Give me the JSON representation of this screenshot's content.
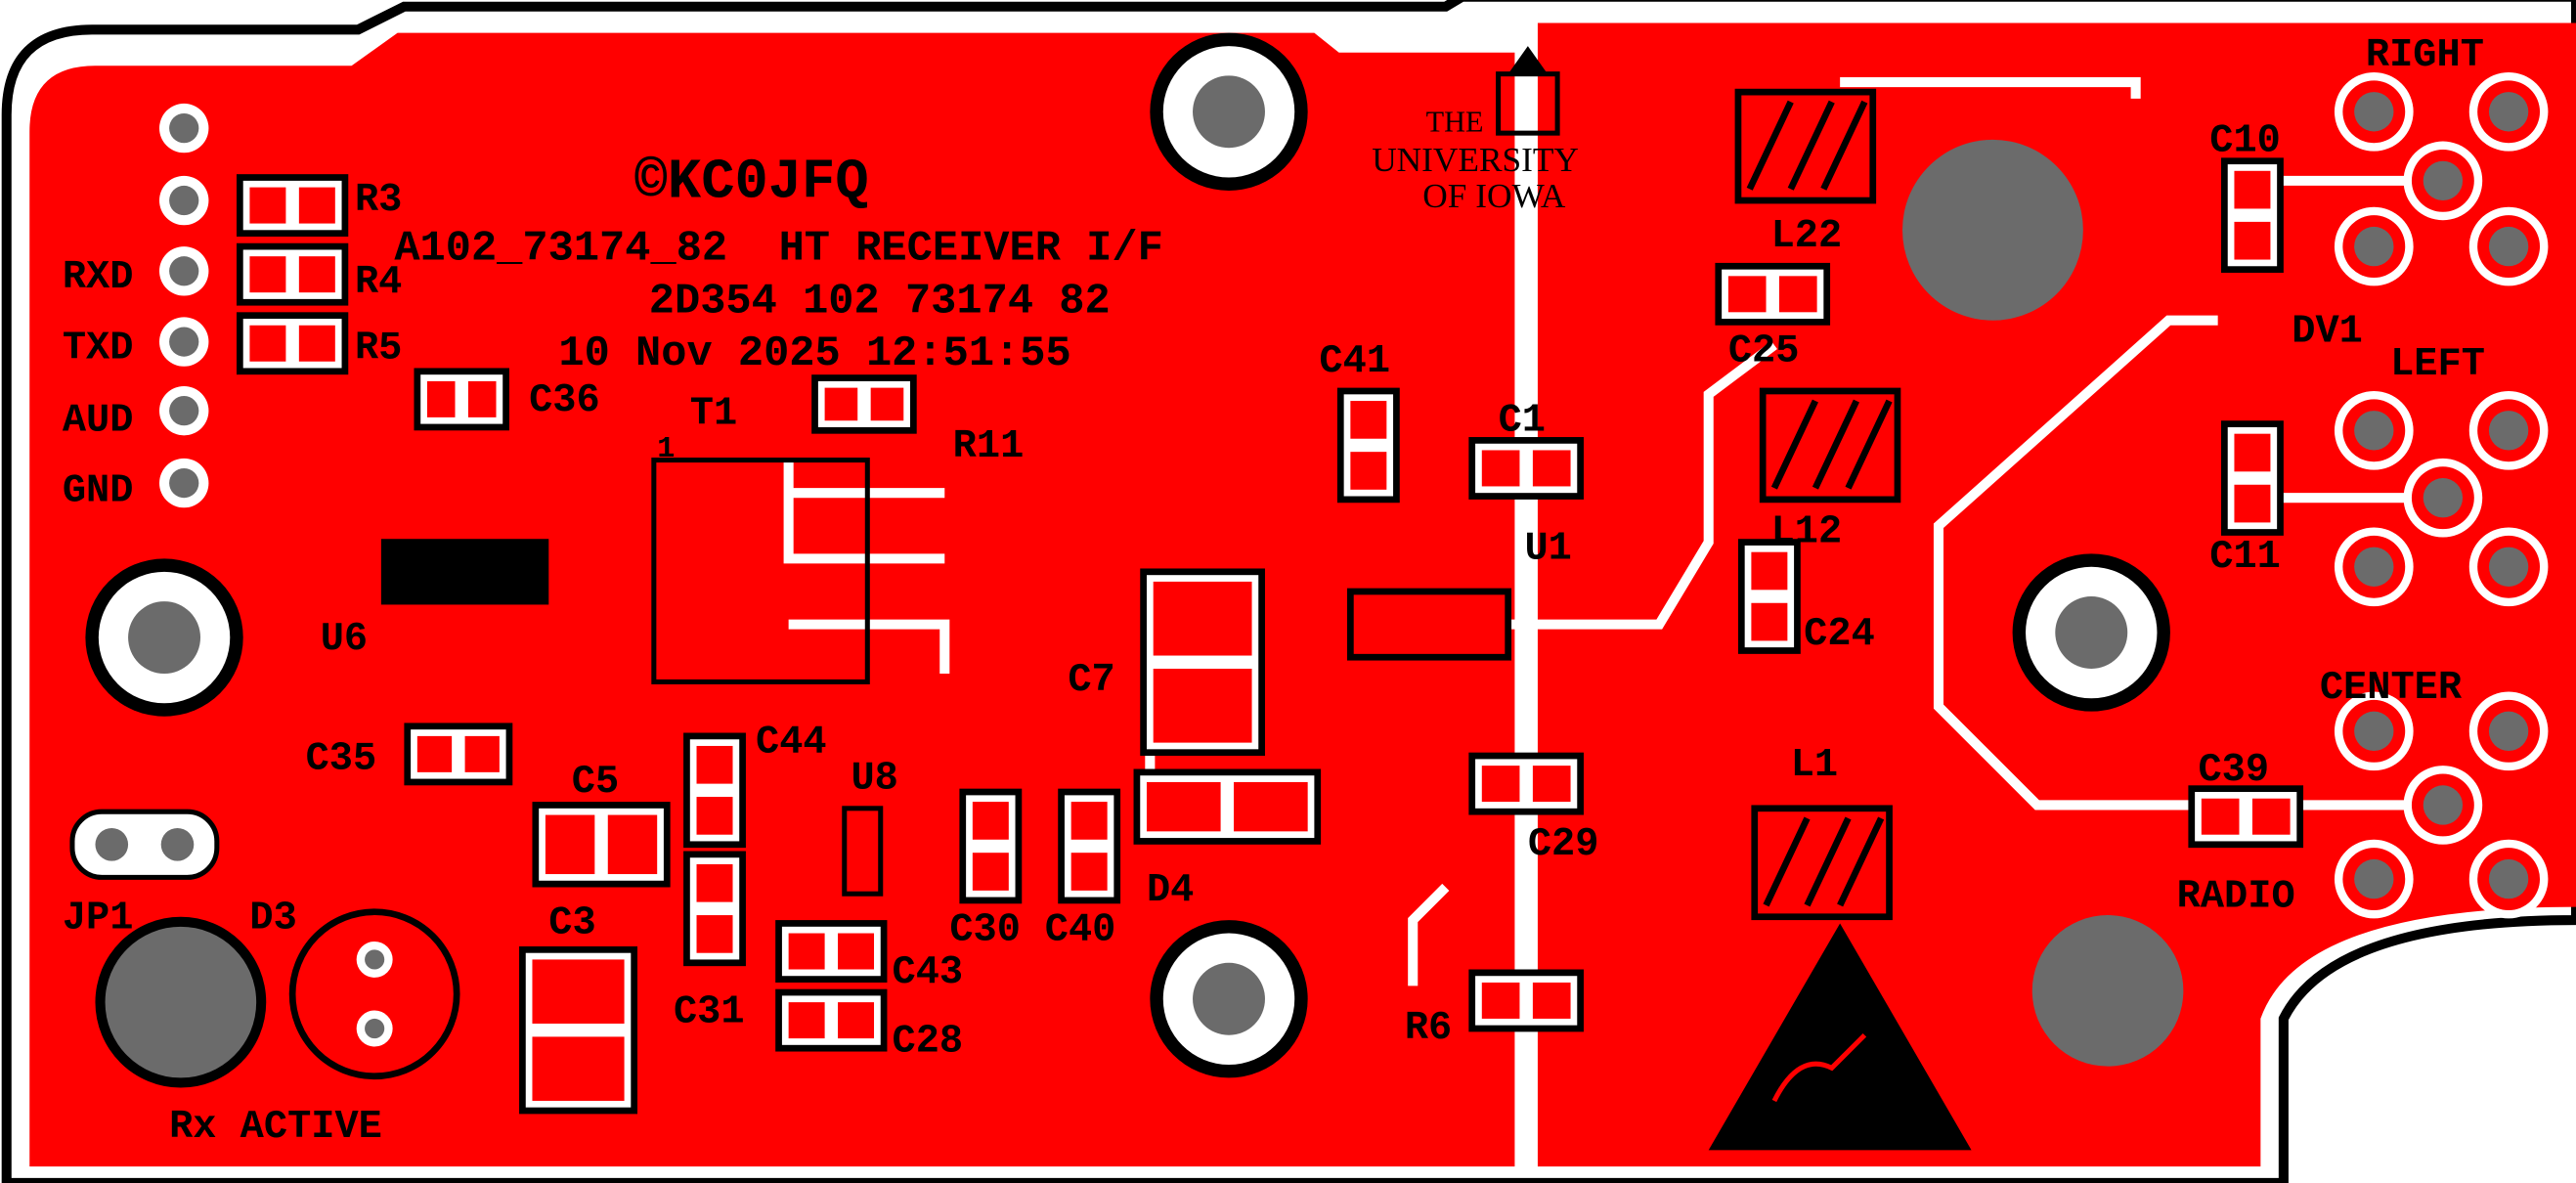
{
  "header": {
    "copyright": "©KC0JFQ",
    "part_line": "A102_73174_82  HT RECEIVER I/F",
    "number_line": "2D354 102 73174 82",
    "date_line": "10 Nov 2025 12:51:55"
  },
  "logo": {
    "line1": "THE",
    "line2": "UNIVERSITY",
    "line3": "OF IOWA"
  },
  "pins": {
    "rxd": "RXD",
    "txd": "TXD",
    "aud": "AUD",
    "gnd": "GND"
  },
  "connectors": {
    "right": "RIGHT",
    "left": "LEFT",
    "center": "CENTER",
    "radio": "RADIO"
  },
  "indicator": "Rx ACTIVE",
  "components": {
    "R3": "R3",
    "R4": "R4",
    "R5": "R5",
    "R6": "R6",
    "R11": "R11",
    "C1": "C1",
    "C3": "C3",
    "C5": "C5",
    "C7": "C7",
    "C10": "C10",
    "C11": "C11",
    "C24": "C24",
    "C25": "C25",
    "C28": "C28",
    "C29": "C29",
    "C30": "C30",
    "C31": "C31",
    "C35": "C35",
    "C36": "C36",
    "C39": "C39",
    "C40": "C40",
    "C41": "C41",
    "C43": "C43",
    "C44": "C44",
    "T1": "T1",
    "T1_pin": "1",
    "U1": "U1",
    "U6": "U6",
    "U8": "U8",
    "D3": "D3",
    "D4": "D4",
    "DV1": "DV1",
    "JP1": "JP1",
    "L1": "L1",
    "L12": "L12",
    "L22": "L22"
  },
  "colors": {
    "copper": "#ff0000",
    "silkscreen": "#000000",
    "clearance": "#ffffff",
    "drill": "#6b6b6b"
  }
}
